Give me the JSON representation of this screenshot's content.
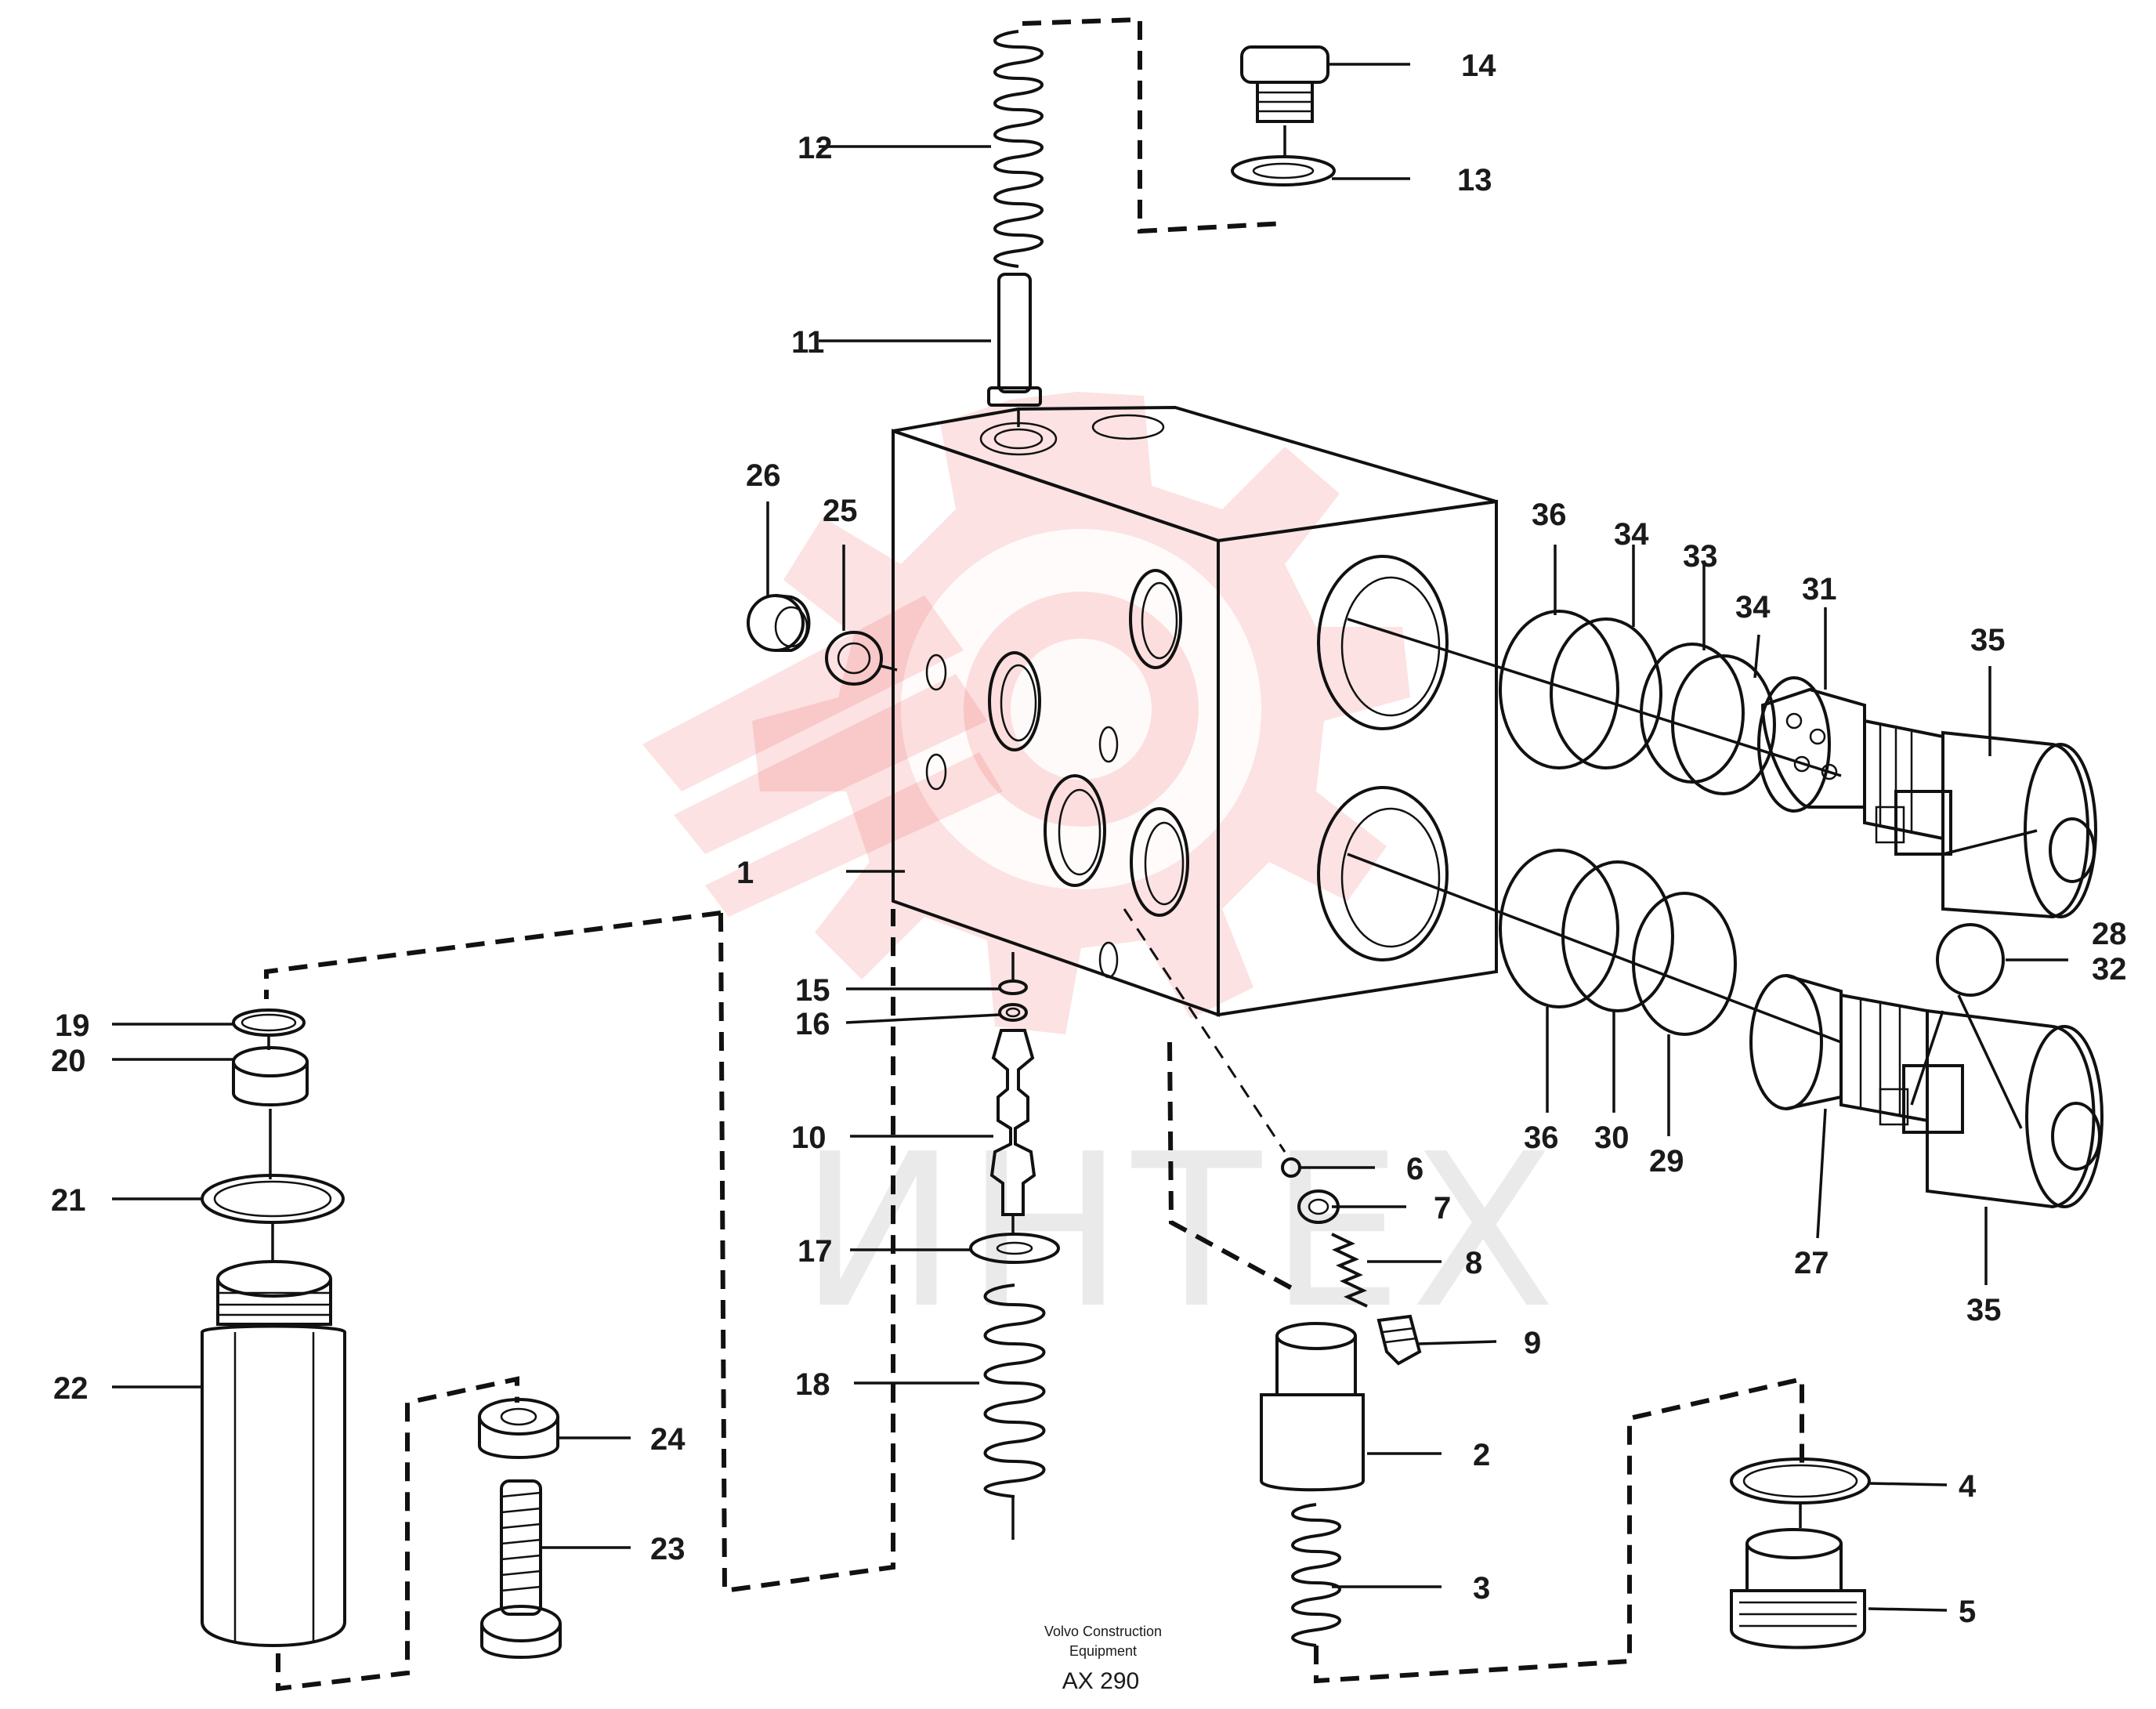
{
  "callouts": [
    {
      "id": "1",
      "text": "1"
    },
    {
      "id": "2",
      "text": "2"
    },
    {
      "id": "3",
      "text": "3"
    },
    {
      "id": "4",
      "text": "4"
    },
    {
      "id": "5",
      "text": "5"
    },
    {
      "id": "6",
      "text": "6"
    },
    {
      "id": "7",
      "text": "7"
    },
    {
      "id": "8",
      "text": "8"
    },
    {
      "id": "9",
      "text": "9"
    },
    {
      "id": "10",
      "text": "10"
    },
    {
      "id": "11",
      "text": "11"
    },
    {
      "id": "12",
      "text": "12"
    },
    {
      "id": "13",
      "text": "13"
    },
    {
      "id": "14",
      "text": "14"
    },
    {
      "id": "15",
      "text": "15"
    },
    {
      "id": "16",
      "text": "16"
    },
    {
      "id": "17",
      "text": "17"
    },
    {
      "id": "18",
      "text": "18"
    },
    {
      "id": "19",
      "text": "19"
    },
    {
      "id": "20",
      "text": "20"
    },
    {
      "id": "21",
      "text": "21"
    },
    {
      "id": "22",
      "text": "22"
    },
    {
      "id": "23",
      "text": "23"
    },
    {
      "id": "24",
      "text": "24"
    },
    {
      "id": "25",
      "text": "25"
    },
    {
      "id": "26",
      "text": "26"
    },
    {
      "id": "27",
      "text": "27"
    },
    {
      "id": "28",
      "text": "28"
    },
    {
      "id": "29",
      "text": "29"
    },
    {
      "id": "30",
      "text": "30"
    },
    {
      "id": "31",
      "text": "31"
    },
    {
      "id": "32",
      "text": "32"
    },
    {
      "id": "33",
      "text": "33"
    },
    {
      "id": "34a",
      "text": "34"
    },
    {
      "id": "34b",
      "text": "34"
    },
    {
      "id": "35a",
      "text": "35"
    },
    {
      "id": "35b",
      "text": "35"
    },
    {
      "id": "36a",
      "text": "36"
    },
    {
      "id": "36b",
      "text": "36"
    }
  ],
  "caption": {
    "line1": "Volvo Construction",
    "line2": "Equipment",
    "code": "AX 290"
  },
  "watermark": {
    "text": "ИНТЕХ",
    "color": "#e61e1e"
  }
}
